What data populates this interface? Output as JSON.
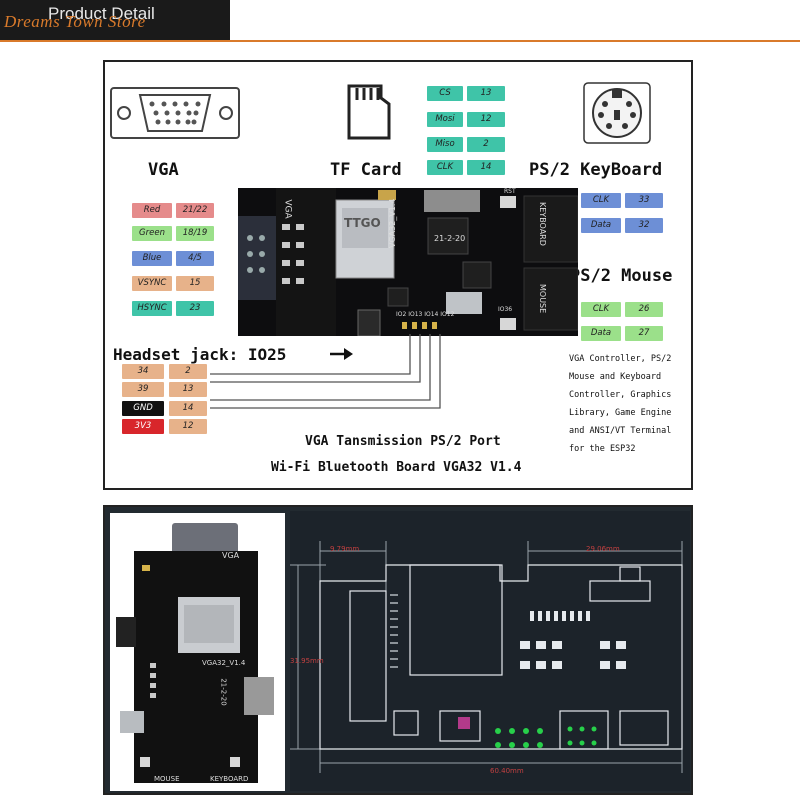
{
  "header": {
    "title": "Product Detail",
    "store_name": "Dreams Town Store"
  },
  "top_panel": {
    "vga": {
      "label": "VGA"
    },
    "tf_card": {
      "label": "TF Card",
      "pins": [
        {
          "name": "CS",
          "num": "13"
        },
        {
          "name": "Mosi",
          "num": "12"
        },
        {
          "name": "Miso",
          "num": "2"
        },
        {
          "name": "CLK",
          "num": "14"
        }
      ]
    },
    "vga_pins": [
      {
        "name": "Red",
        "num": "21/22"
      },
      {
        "name": "Green",
        "num": "18/19"
      },
      {
        "name": "Blue",
        "num": "4/5"
      },
      {
        "name": "VSYNC",
        "num": "15"
      },
      {
        "name": "HSYNC",
        "num": "23"
      }
    ],
    "ps2_keyboard": {
      "label": "PS/2 KeyBoard",
      "pins": [
        {
          "name": "CLK",
          "num": "33"
        },
        {
          "name": "Data",
          "num": "32"
        }
      ]
    },
    "ps2_mouse": {
      "label": "PS/2 Mouse",
      "pins": [
        {
          "name": "CLK",
          "num": "26"
        },
        {
          "name": "Data",
          "num": "27"
        }
      ]
    },
    "headset": {
      "label": "Headset jack: IO25"
    },
    "header_pins": [
      {
        "left": "34",
        "right": "2"
      },
      {
        "left": "39",
        "right": "13"
      },
      {
        "left": "GND",
        "right": "14"
      },
      {
        "left": "3V3",
        "right": "12"
      }
    ],
    "description_lines": [
      "VGA Controller, PS/2",
      "Mouse and Keyboard",
      "Controller, Graphics",
      "Library, Game Engine",
      "and ANSI/VT Terminal",
      "for the ESP32"
    ],
    "caption_line1": "VGA Tansmission PS/2 Port",
    "caption_line2": "Wi-Fi Bluetooth Board VGA32 V1.4",
    "board_labels": {
      "vga": "VGA",
      "model": "VGA32_V1.4",
      "date": "21-2-20",
      "keyboard": "KEYBOARD",
      "mouse": "MOUSE",
      "rst": "RST",
      "io36": "IO36",
      "io_row": "IO2 IO13 IO14 IO12",
      "module": "TTGO"
    }
  },
  "bottom_panel": {
    "photo_labels": {
      "vga": "VGA",
      "model": "VGA32_V1.4",
      "date": "21-2-20",
      "mouse": "MOUSE",
      "keyboard": "KEYBOARD"
    },
    "dimensions": {
      "left_offset": "9.79mm",
      "right_width": "29.06mm",
      "height": "31.95mm",
      "total_width": "60.40mm"
    }
  }
}
